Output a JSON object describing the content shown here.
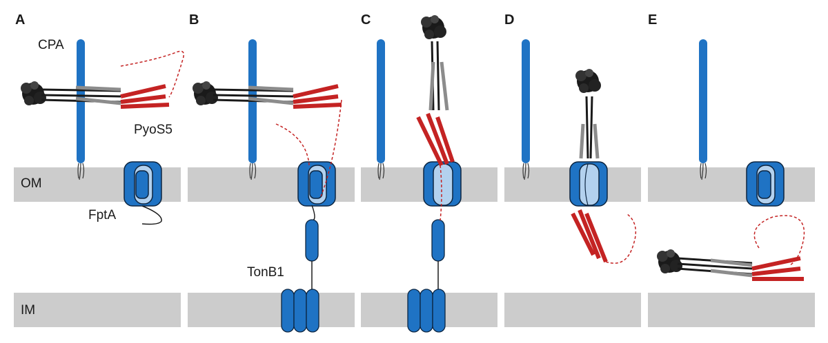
{
  "panels": [
    "A",
    "B",
    "C",
    "D",
    "E"
  ],
  "labels": {
    "om": "OM",
    "im": "IM",
    "cpa": "CPA",
    "pyos5": "PyoS5",
    "fpta": "FptA",
    "tonb1": "TonB1"
  },
  "colors": {
    "membrane": "#cccccc",
    "barrel": "#1f73c4",
    "barrel_light": "#b3d1ee",
    "outline": "#0d2540",
    "protein_dark": "#1a1a1a",
    "protein_grey": "#8c8c8c",
    "protein_red": "#c42323"
  }
}
